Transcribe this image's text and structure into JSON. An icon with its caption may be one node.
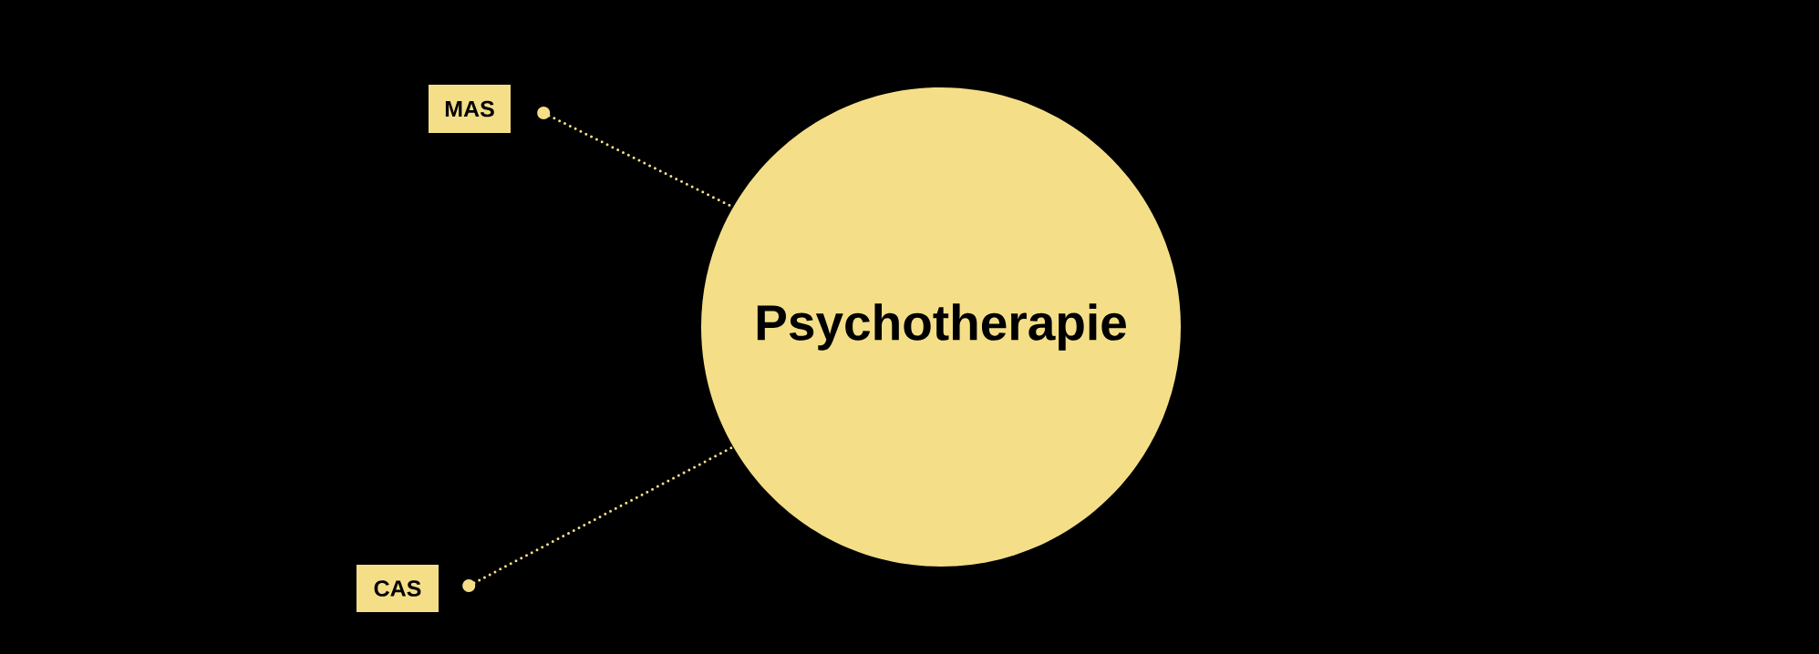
{
  "diagram": {
    "nodes": [
      {
        "text": [
          "MAS"
        ]
      },
      {
        "text": [
          "CAS"
        ]
      },
      {
        "text": [
          "Psychotherapie"
        ]
      }
    ],
    "edges": [
      {
        "from": 0,
        "to": 2,
        "arrow": "other"
      },
      {
        "from": 1,
        "to": 2,
        "arrow": "other"
      }
    ]
  }
}
